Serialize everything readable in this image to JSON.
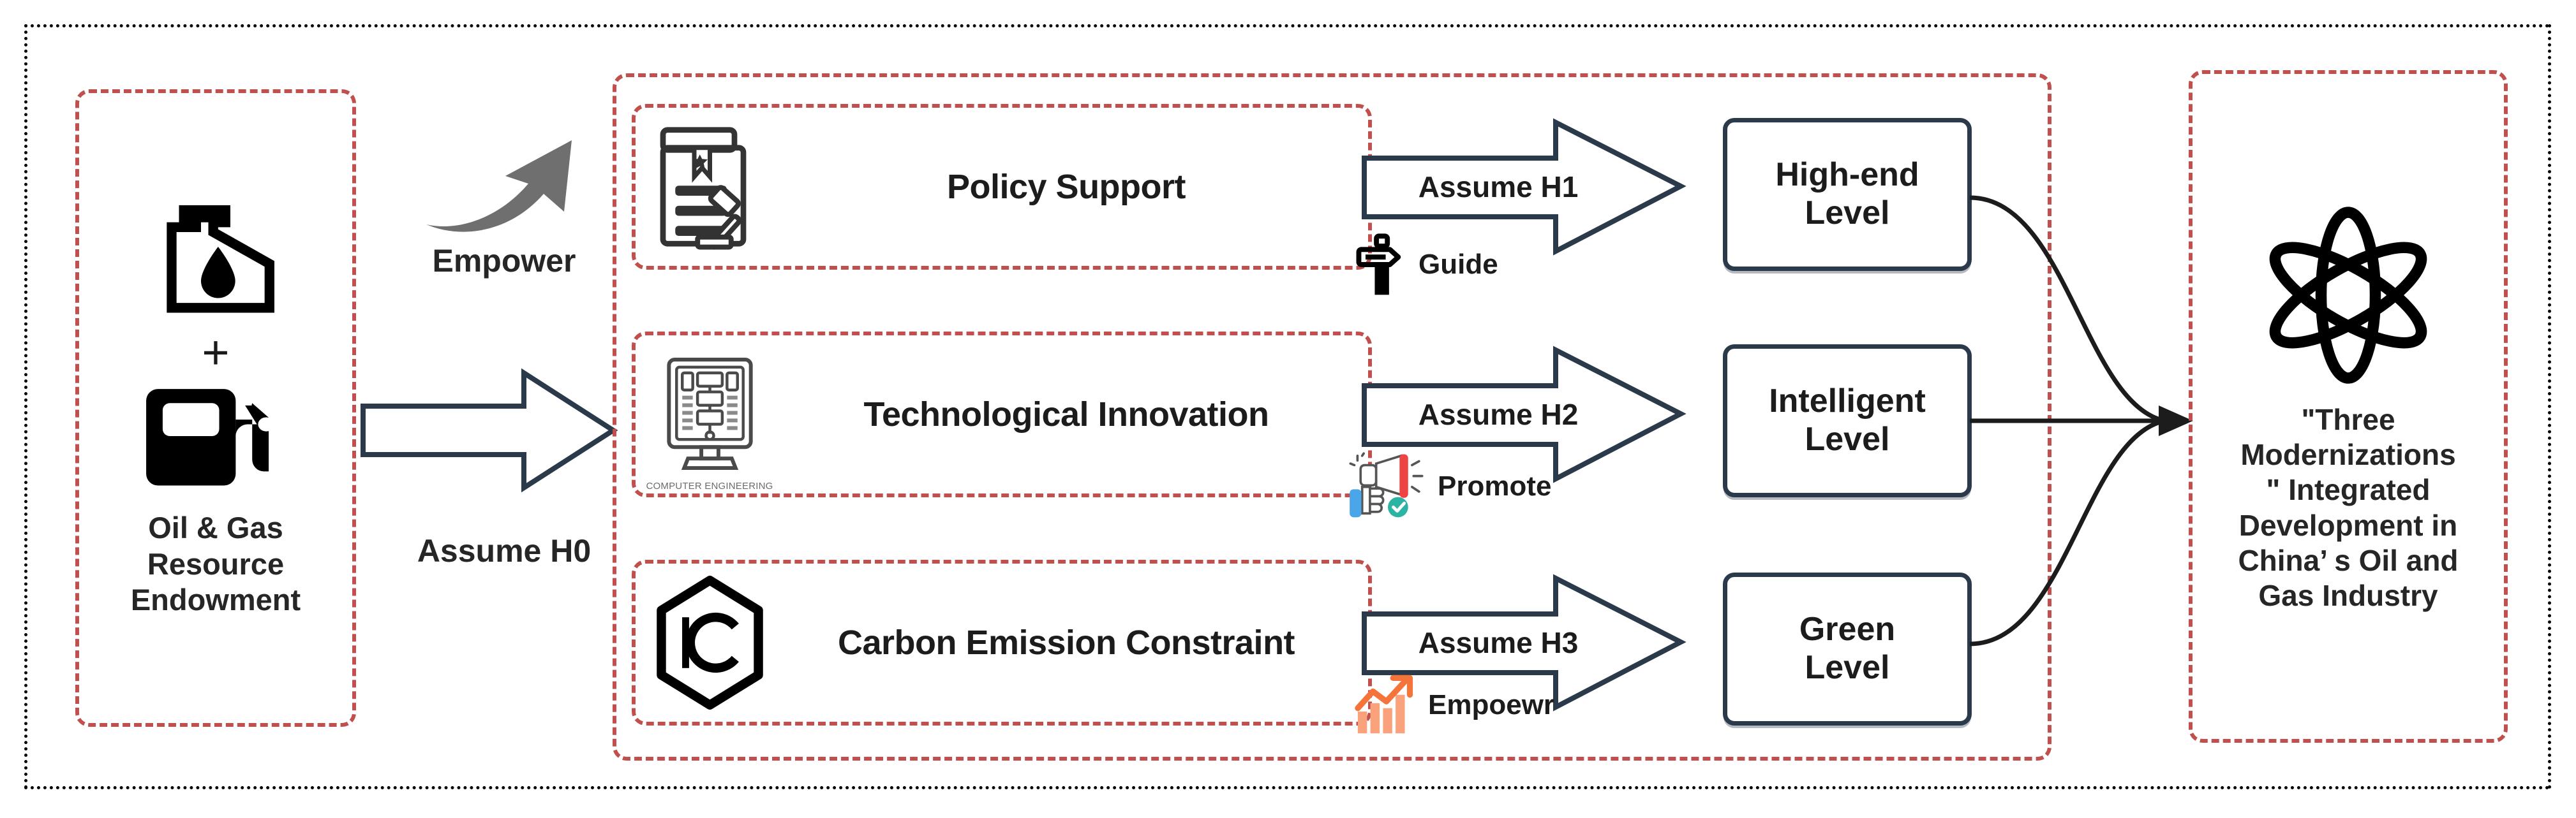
{
  "diagram": {
    "title": "Research framework of Three Modernizations integrated development",
    "accent_red": "#c0504d",
    "accent_navy": "#2b3a4a",
    "ink": "#1c1c1c"
  },
  "endowment": {
    "plus": "+",
    "label": "Oil & Gas\nResource\nEndowment",
    "label_lines": [
      "Oil & Gas",
      "Resource",
      "Endowment"
    ],
    "icons": [
      "oil-can-icon",
      "gas-pump-icon"
    ]
  },
  "empower": {
    "curved_arrow_label": "Empower",
    "block_arrow_label": "Assume H0"
  },
  "factors": [
    {
      "title": "Policy Support",
      "icon": "policy-document-gavel-icon",
      "icon_caption": ""
    },
    {
      "title": "Technological Innovation",
      "icon": "computer-server-icon",
      "icon_caption": "COMPUTER ENGINEERING"
    },
    {
      "title": "Carbon Emission Constraint",
      "icon": "carbon-hexagon-icon",
      "icon_caption": ""
    }
  ],
  "hypotheses": [
    {
      "arrow_label": "Assume H1",
      "sub_label": "Guide",
      "sub_icon": "signpost-icon",
      "level_label": "High-end\nLevel",
      "level_lines": [
        "High-end",
        "Level"
      ]
    },
    {
      "arrow_label": "Assume H2",
      "sub_label": "Promote",
      "sub_icon": "megaphone-icon",
      "level_label": "Intelligent\nLevel",
      "level_lines": [
        "Intelligent",
        "Level"
      ]
    },
    {
      "arrow_label": "Assume H3",
      "sub_label": "Empoewr",
      "sub_icon": "growth-chart-icon",
      "level_label": "Green\nLevel",
      "level_lines": [
        "Green",
        "Level"
      ]
    }
  ],
  "outcome": {
    "icon": "atom-icon",
    "label": "\"Three Modernizations\" Integrated Development in China's Oil and Gas Industry",
    "label_lines": [
      "\"Three",
      "Modernizations",
      "\" Integrated",
      "Development in",
      "China’ s Oil and",
      "Gas Industry"
    ]
  }
}
